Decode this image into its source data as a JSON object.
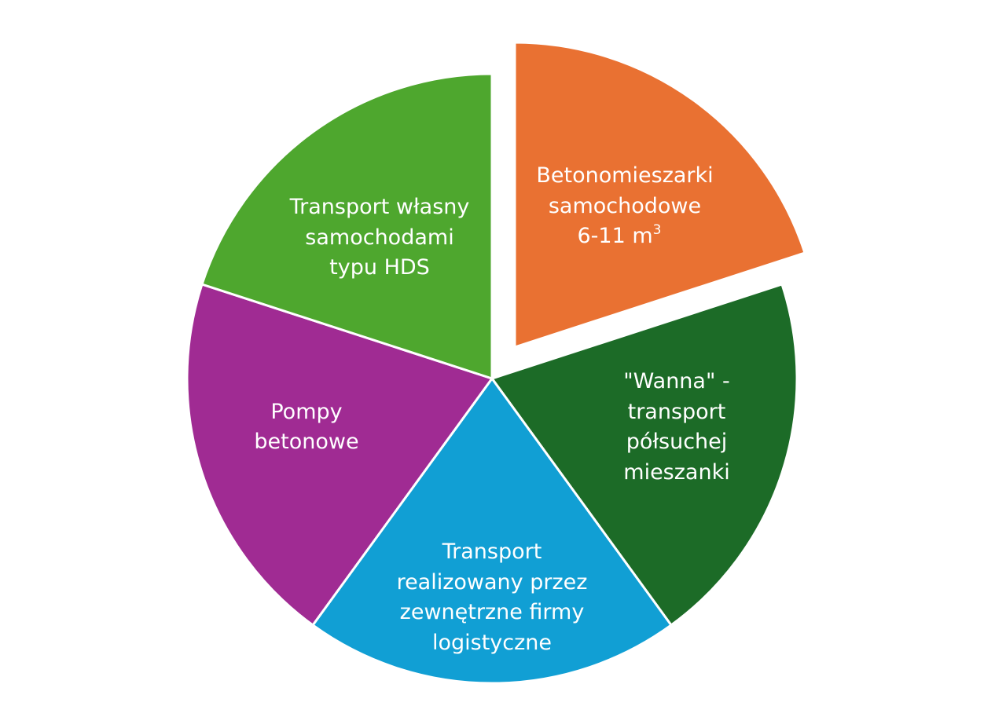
{
  "chart_data": {
    "type": "pie",
    "title": "",
    "exploded": [
      "Betonomieszarki samochodowe 6-11 m³"
    ],
    "start_angle_deg": 0,
    "direction": "clockwise",
    "legend": "none (labels inside slices)",
    "categories": [
      "Betonomieszarki samochodowe 6-11 m³",
      "\"Wanna\" - transport półsuchej mieszanki",
      "Transport realizowany przez zewnętrzne firmy logistyczne",
      "Pompy betonowe",
      "Transport własny samochodami typu HDS"
    ],
    "values": [
      20,
      20,
      20,
      20,
      20
    ],
    "colors": [
      "#E97132",
      "#1C6B27",
      "#119FD4",
      "#A02B93",
      "#4EA72E"
    ]
  },
  "slices": [
    {
      "lines": [
        "Betonomieszarki",
        "samochodowe",
        "6-11 m"
      ],
      "sup": "3",
      "color": "#E97132"
    },
    {
      "lines": [
        "\"Wanna\"  -",
        "transport",
        "półsuchej",
        "mieszanki"
      ],
      "color": "#1C6B27"
    },
    {
      "lines": [
        "Transport",
        "realizowany przez",
        "zewnętrzne firmy",
        "logistyczne"
      ],
      "color": "#119FD4"
    },
    {
      "lines": [
        "Pompy",
        "betonowe"
      ],
      "color": "#A02B93"
    },
    {
      "lines": [
        "Transport własny",
        "samochodami",
        "typu HDS"
      ],
      "color": "#4EA72E"
    }
  ]
}
